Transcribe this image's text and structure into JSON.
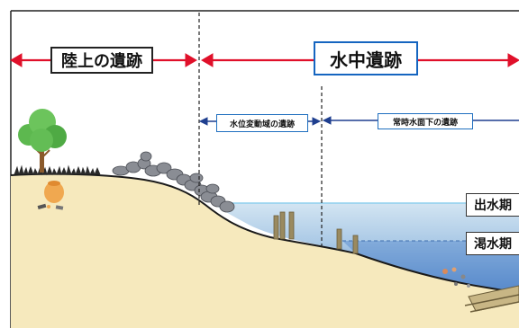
{
  "labels": {
    "land_site": "陸上の遺跡",
    "underwater_site": "水中遺跡",
    "fluctuation_zone_site": "水位変動域の遺跡",
    "normal_submerged_site": "常時水面下の遺跡",
    "high_water_period": "出水期",
    "low_water_period": "渇水期"
  },
  "colors": {
    "arrow_red": "#e0102a",
    "arrow_navy": "#1f3f8f",
    "frame": "#222222",
    "land": "#f6e9bd",
    "land_edge": "#1a1a1a",
    "water_upper": "#cfe2f0",
    "water_lower": "#5f8fcf",
    "water_line": "#8fd0ee",
    "stone": "#8a8d94",
    "tree_leaf": "#5db84f",
    "tree_trunk": "#8b5a2b",
    "pot": "#f0a850",
    "post": "#9a8a60"
  }
}
